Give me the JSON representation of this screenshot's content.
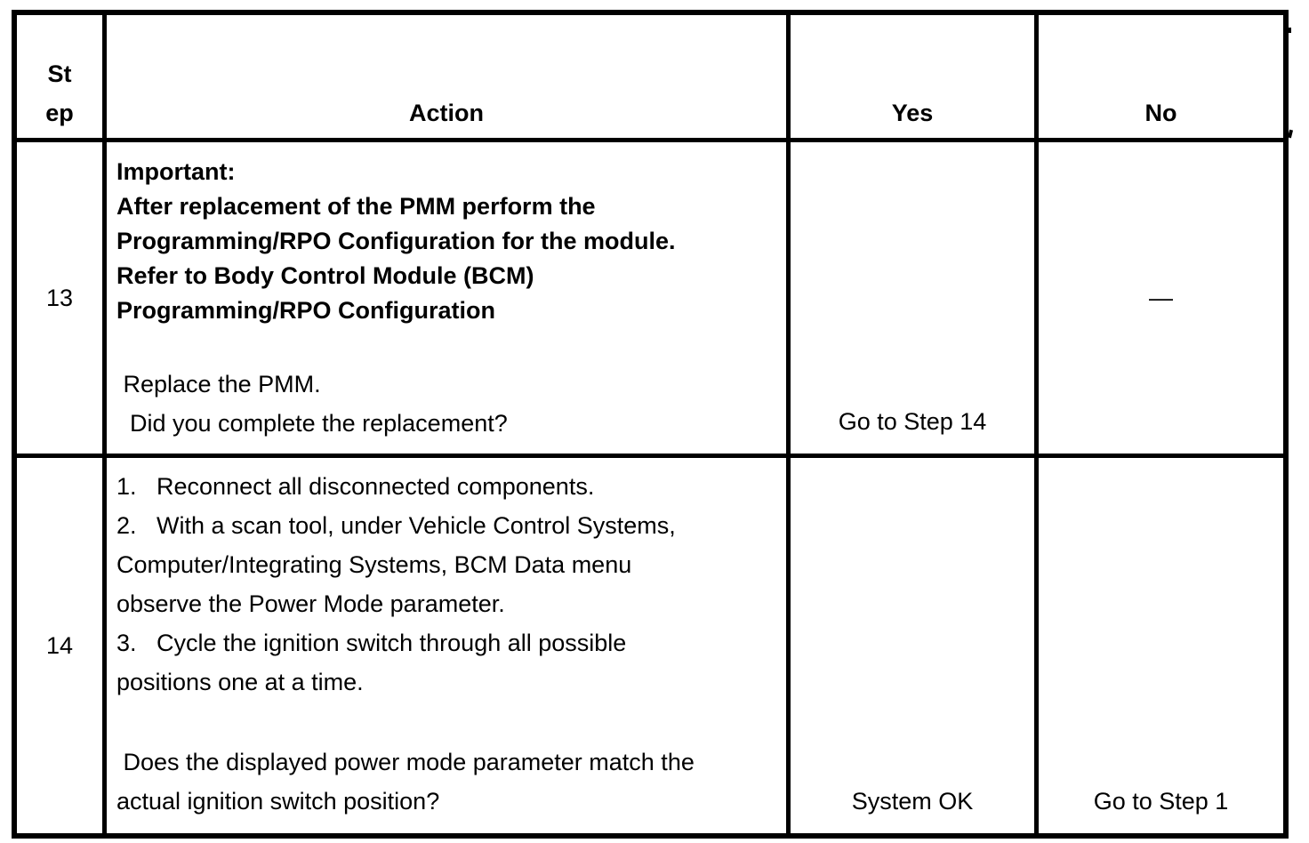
{
  "colors": {
    "text": "#000000",
    "border": "#000000",
    "background": "#ffffff"
  },
  "table": {
    "headers": {
      "step_line1": "St",
      "step_line2": "ep",
      "action": "Action",
      "yes": "Yes",
      "no": "No"
    },
    "rows": [
      {
        "step": "13",
        "action": {
          "bold_lines": [
            "Important:",
            "After replacement of the PMM perform the",
            "Programming/RPO Configuration for the module.",
            "Refer to Body Control Module (BCM)",
            "Programming/RPO Configuration"
          ],
          "lines": [
            " Replace the PMM.",
            "  Did you complete the replacement?"
          ]
        },
        "yes": "Go to Step 14",
        "no": "—"
      },
      {
        "step": "14",
        "action": {
          "lines": [
            "1.   Reconnect all disconnected components.",
            "2.   With a scan tool, under Vehicle Control Systems,",
            "Computer/Integrating Systems, BCM Data menu",
            "observe the Power Mode parameter.",
            "3.   Cycle the ignition switch through all possible",
            "positions one at a time."
          ],
          "question_lines": [
            " Does the displayed power mode parameter match the",
            "actual ignition switch position?"
          ]
        },
        "yes": "System OK",
        "no": "Go to Step 1"
      }
    ]
  }
}
